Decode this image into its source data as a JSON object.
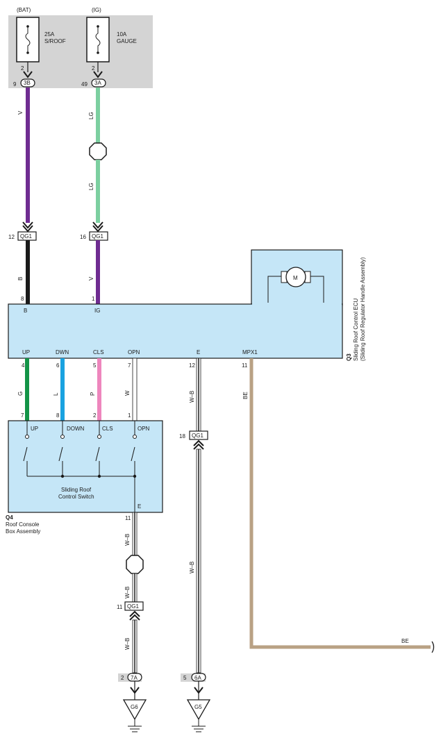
{
  "colors": {
    "violet": "#6f2c91",
    "light_green": "#7ccfa0",
    "black": "#1a1a1a",
    "green": "#139447",
    "blue": "#19a2e0",
    "pink": "#ee86bd",
    "white": "#ffffff",
    "beige": "#b9a184",
    "ecu_fill": "#c5e6f7",
    "fuse_area": "#d4d4d4"
  },
  "fuses": {
    "bat": {
      "source": "(BAT)",
      "rating": "25A",
      "name": "S/ROOF",
      "pin": "2",
      "conn_pin": "9",
      "conn": "3B"
    },
    "ig": {
      "source": "(IG)",
      "rating": "10A",
      "name": "GAUGE",
      "pin": "2",
      "conn_pin": "49",
      "conn": "3A"
    }
  },
  "wires": {
    "v_top": "V",
    "lg_top": "LG",
    "lg_bottom": "LG",
    "b": "B",
    "v": "V",
    "g": "G",
    "l": "L",
    "p": "P",
    "w": "W",
    "wb_e": "W–B",
    "be": "BE",
    "be_right": "BE",
    "wb_q4_top": "W–B",
    "wb_q4_mid": "W–B",
    "wb_q4_bot": "W–B",
    "wb_e_mid": "W–B"
  },
  "connectors": {
    "qg1_b": {
      "pin": "12",
      "name": "QG1"
    },
    "qg1_v": {
      "pin": "16",
      "name": "QG1"
    },
    "qg1_e": {
      "pin": "18",
      "name": "QG1"
    },
    "qg1_q4": {
      "pin": "11",
      "name": "QG1"
    },
    "j7a": {
      "pin": "2",
      "name": "7A"
    },
    "j6a": {
      "pin": "5",
      "name": "6A"
    }
  },
  "ecu": {
    "code": "Q3",
    "name": "Sliding Roof Control ECU",
    "sub": "(Sliding Roof Regulator Handle Assembly)",
    "motor": "M",
    "top_pins": [
      {
        "terminal": "B",
        "pin": "8"
      },
      {
        "terminal": "IG",
        "pin": "1"
      }
    ],
    "bottom_pins": [
      {
        "terminal": "UP",
        "pin": "4"
      },
      {
        "terminal": "DWN",
        "pin": "6"
      },
      {
        "terminal": "CLS",
        "pin": "5"
      },
      {
        "terminal": "OPN",
        "pin": "7"
      },
      {
        "terminal": "E",
        "pin": "12"
      },
      {
        "terminal": "MPX1",
        "pin": "11"
      }
    ]
  },
  "switch": {
    "code": "Q4",
    "name_line1": "Roof Console",
    "name_line2": "Box Assembly",
    "label_line1": "Sliding Roof",
    "label_line2": "Control Switch",
    "ground_terminal": "E",
    "ground_pin": "11",
    "pins": [
      {
        "terminal": "UP",
        "pin": "7"
      },
      {
        "terminal": "DOWN",
        "pin": "8"
      },
      {
        "terminal": "CLS",
        "pin": "2"
      },
      {
        "terminal": "OPN",
        "pin": "1"
      }
    ]
  },
  "grounds": {
    "g6": "G6",
    "g5": "G5"
  }
}
